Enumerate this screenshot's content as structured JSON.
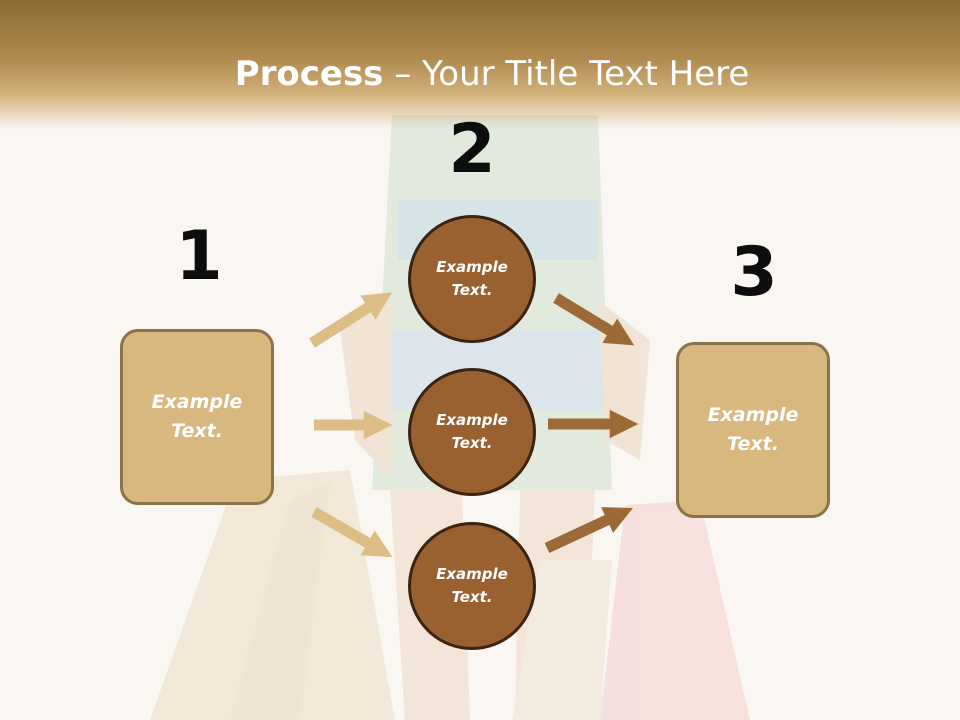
{
  "title": {
    "bold": "Process",
    "rest": " – Your Title Text Here"
  },
  "steps": {
    "one": {
      "number": "1",
      "text": "Example Text."
    },
    "two": {
      "number": "2"
    },
    "three": {
      "number": "3",
      "text": "Example Text."
    }
  },
  "circles": [
    {
      "text": "Example Text."
    },
    {
      "text": "Example Text."
    },
    {
      "text": "Example Text."
    }
  ],
  "colors": {
    "header": "#b08a4e",
    "box_fill": "#d9b880",
    "box_border": "#8c7248",
    "circle_fill": "#9a6130",
    "circle_border": "#3a2310",
    "arrow_light": "#dcbd86",
    "arrow_dark": "#9c6a36"
  }
}
